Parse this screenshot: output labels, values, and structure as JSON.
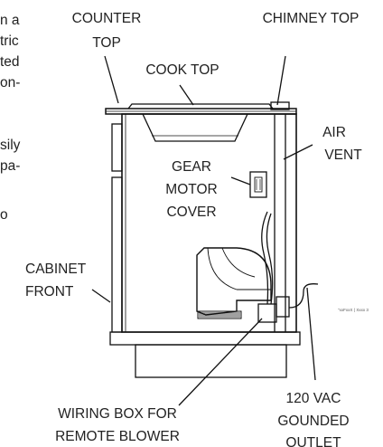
{
  "left_fragments": [
    "n a",
    "tric",
    "ted",
    "on-",
    "sily",
    "pa-",
    "o"
  ],
  "labels": {
    "counter_top": [
      "COUNTER",
      "TOP"
    ],
    "chimney_top": "CHIMNEY TOP",
    "cook_top": "COOK TOP",
    "air_vent": [
      "AIR",
      "VENT"
    ],
    "gear_motor_cover": [
      "GEAR",
      "MOTOR",
      "COVER"
    ],
    "cabinet_front": [
      "CABINET",
      "FRONT"
    ],
    "wiring_box": [
      "WIRING BOX FOR",
      "REMOTE BLOWER"
    ],
    "outlet": [
      "120 VAC",
      "GOUNDED",
      "OUTLET"
    ]
  },
  "figure_code": "\"xxFxxX ( Xxxx 3"
}
